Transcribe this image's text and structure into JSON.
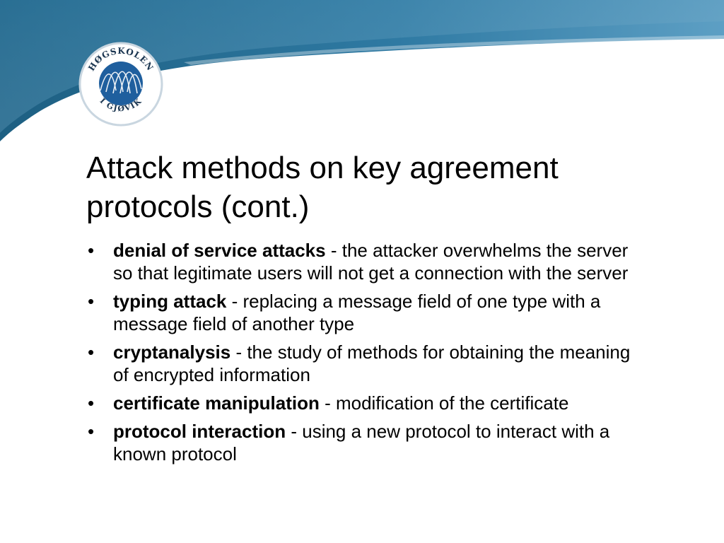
{
  "slide": {
    "title_lines": [
      "Attack methods on key agreement",
      "protocols (cont.)"
    ],
    "logo": {
      "name": "college-logo",
      "top_text": "HØGSKOLEN",
      "bottom_text": "I GJØVIK"
    },
    "bullet_symbol": "•",
    "bullets": [
      {
        "term": "denial of service attacks",
        "text": " - the attacker overwhelms the server so that legitimate users will not get a connection with the server"
      },
      {
        "term": "typing attack",
        "text": " - replacing a message field of one type with a message field of another type"
      },
      {
        "term": "cryptanalysis",
        "text": " - the study of methods for obtaining the meaning of encrypted information"
      },
      {
        "term": "certificate manipulation",
        "text": " - modification of the certificate"
      },
      {
        "term": "protocol interaction",
        "text": " - using a new protocol to interact with a known protocol"
      }
    ]
  },
  "colors": {
    "banner_dark": "#1d5f82",
    "banner_mid": "#3c86ad",
    "banner_light": "#9ac3da",
    "logo_blue": "#1f5f9e"
  }
}
